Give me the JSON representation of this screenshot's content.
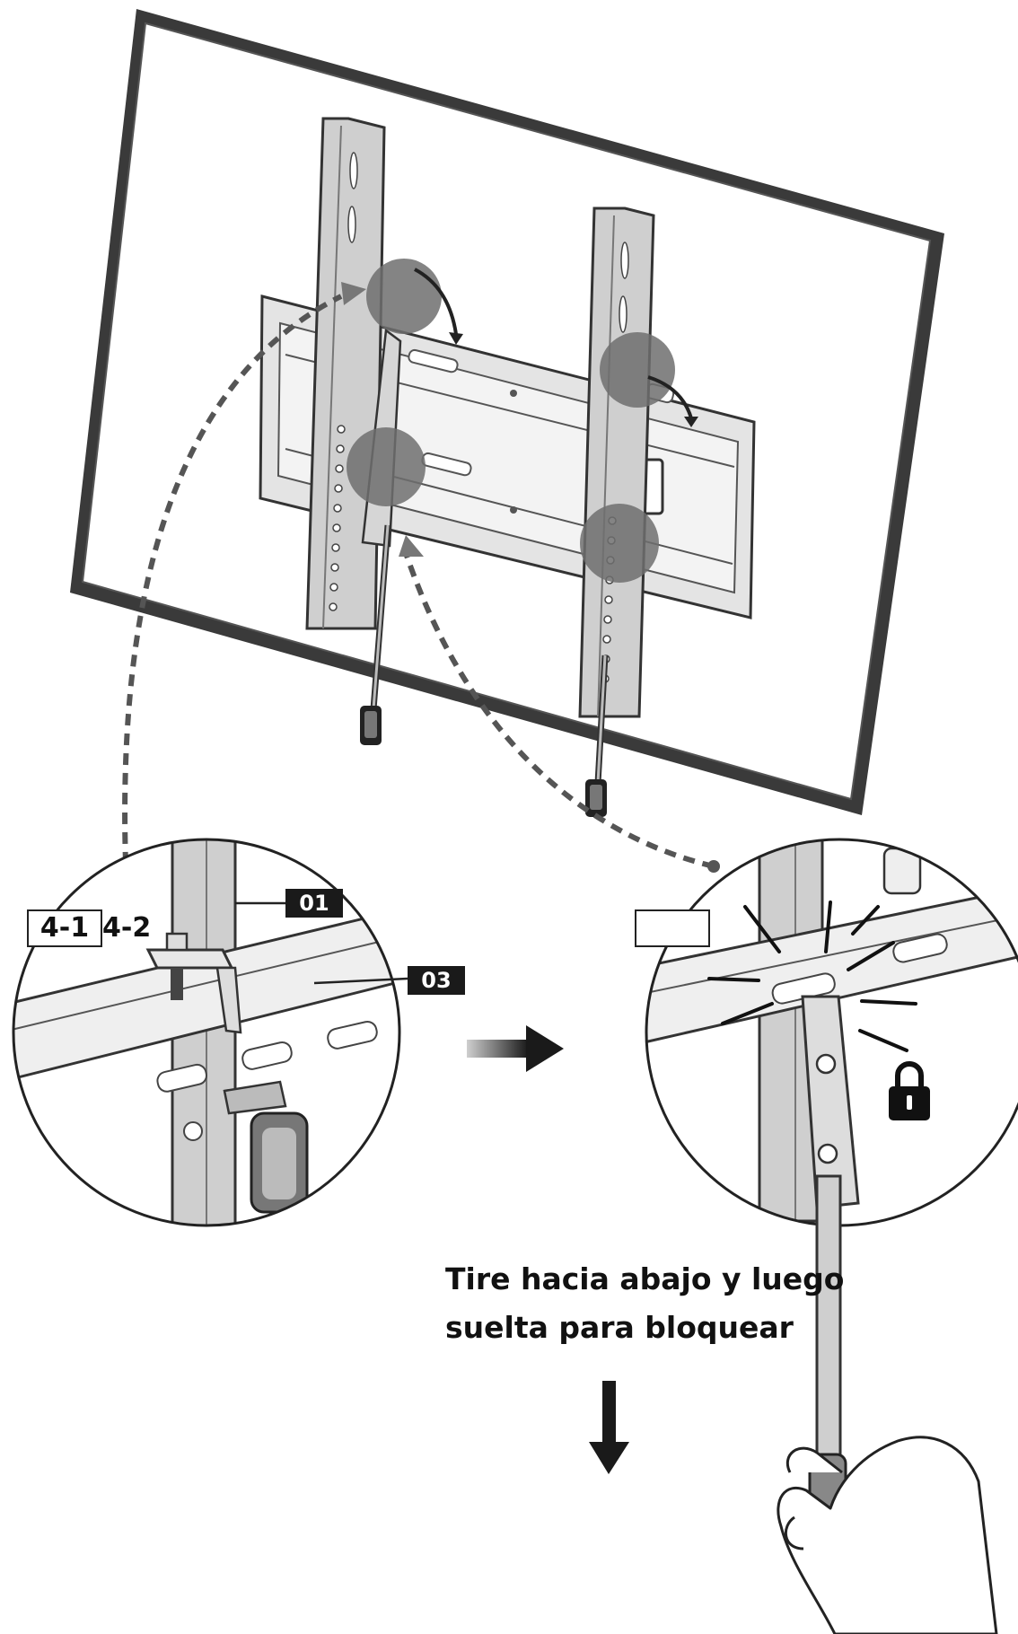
{
  "steps": {
    "left": "4-1",
    "left_extra": "4-2",
    "right": ""
  },
  "part_labels": {
    "bracket": "01",
    "plate": "03"
  },
  "instruction": {
    "line1": "Tire hacia abajo y luego",
    "line2": "suelta para bloquear"
  },
  "icons": [
    "lock-icon",
    "arrow-right-icon",
    "arrow-down-icon",
    "hand-icon"
  ],
  "colors": {
    "line": "#222222",
    "highlight": "#6e6e6e",
    "part_fill": "#d9d9d9",
    "tag_bg": "#1a1a1a"
  }
}
